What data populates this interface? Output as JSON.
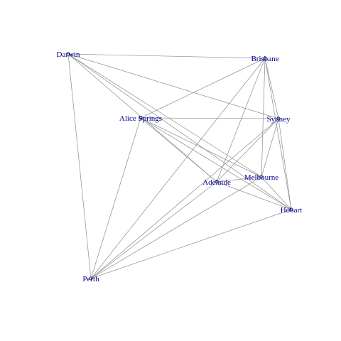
{
  "graph": {
    "nodes": [
      {
        "id": "darwin",
        "label": "Darwin"
      },
      {
        "id": "brisbane",
        "label": "Brisbane"
      },
      {
        "id": "alice",
        "label": "Alice Springs"
      },
      {
        "id": "sydney",
        "label": "Sydney"
      },
      {
        "id": "melbourne",
        "label": "Melbourne"
      },
      {
        "id": "adelaide",
        "label": "Adelaide"
      },
      {
        "id": "hobart",
        "label": "Hobart"
      },
      {
        "id": "perth",
        "label": "Perth"
      }
    ],
    "edges": [
      [
        "darwin",
        "brisbane"
      ],
      [
        "darwin",
        "sydney"
      ],
      [
        "darwin",
        "melbourne"
      ],
      [
        "darwin",
        "adelaide"
      ],
      [
        "darwin",
        "hobart"
      ],
      [
        "darwin",
        "perth"
      ],
      [
        "brisbane",
        "sydney"
      ],
      [
        "brisbane",
        "melbourne"
      ],
      [
        "brisbane",
        "adelaide"
      ],
      [
        "brisbane",
        "hobart"
      ],
      [
        "brisbane",
        "perth"
      ],
      [
        "alice",
        "sydney"
      ],
      [
        "alice",
        "brisbane"
      ],
      [
        "alice",
        "adelaide"
      ],
      [
        "alice",
        "melbourne"
      ],
      [
        "alice",
        "hobart"
      ],
      [
        "alice",
        "perth"
      ],
      [
        "sydney",
        "melbourne"
      ],
      [
        "sydney",
        "adelaide"
      ],
      [
        "sydney",
        "hobart"
      ],
      [
        "sydney",
        "perth"
      ],
      [
        "melbourne",
        "adelaide"
      ],
      [
        "melbourne",
        "hobart"
      ],
      [
        "melbourne",
        "perth"
      ],
      [
        "adelaide",
        "hobart"
      ],
      [
        "adelaide",
        "perth"
      ],
      [
        "hobart",
        "perth"
      ]
    ]
  },
  "colors": {
    "edge": "#8c8c8c",
    "node_stroke": "#1a1a6e",
    "label": "#00008b",
    "background": "#ffffff"
  }
}
